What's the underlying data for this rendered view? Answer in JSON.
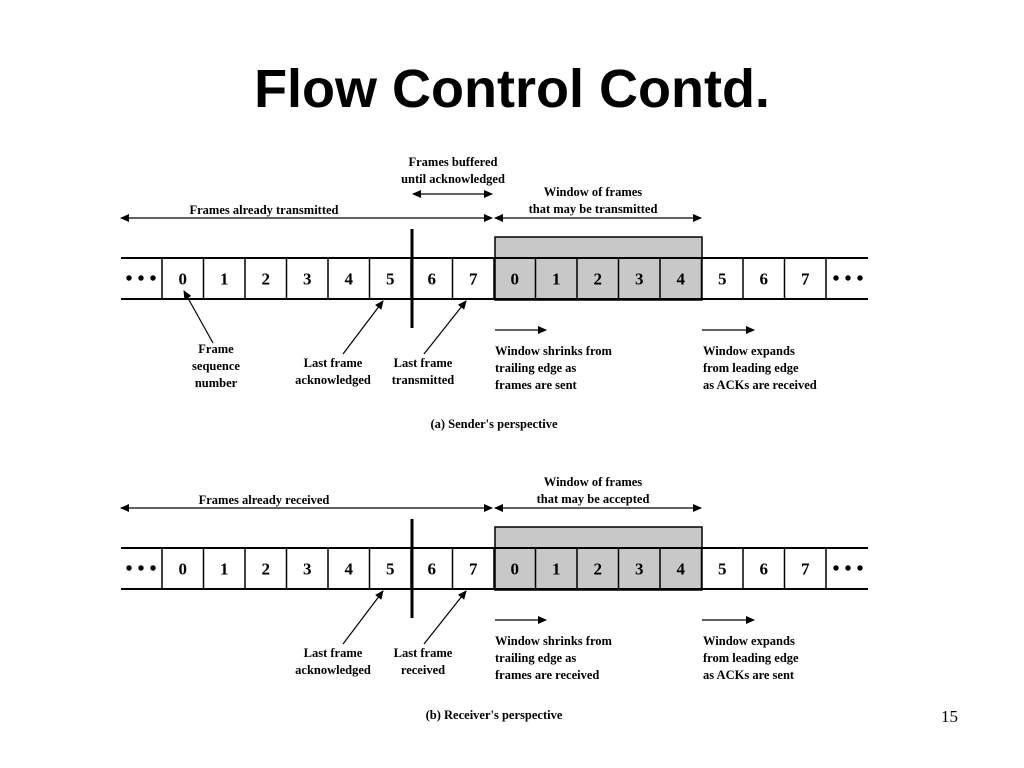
{
  "slide": {
    "title": "Flow Control Contd.",
    "page_number": "15"
  },
  "ellipsis": "• • •",
  "sender": {
    "caption": "(a) Sender's perspective",
    "sequence": [
      "0",
      "1",
      "2",
      "3",
      "4",
      "5",
      "6",
      "7",
      "0",
      "1",
      "2",
      "3",
      "4",
      "5",
      "6",
      "7"
    ],
    "window_of_frames": [
      "Window of frames",
      "that may be transmitted"
    ],
    "frames_buffered": [
      "Frames buffered",
      "until acknowledged"
    ],
    "frames_already": "Frames already transmitted",
    "frame_sequence_number": [
      "Frame",
      "sequence",
      "number"
    ],
    "last_ack": [
      "Last frame",
      "acknowledged"
    ],
    "last_frame": [
      "Last frame",
      "transmitted"
    ],
    "shrinks": [
      "Window shrinks from",
      "trailing edge as",
      "frames are sent"
    ],
    "expands": [
      "Window expands",
      "from leading edge",
      "as ACKs are received"
    ]
  },
  "receiver": {
    "caption": "(b) Receiver's perspective",
    "sequence": [
      "0",
      "1",
      "2",
      "3",
      "4",
      "5",
      "6",
      "7",
      "0",
      "1",
      "2",
      "3",
      "4",
      "5",
      "6",
      "7"
    ],
    "window_of_frames": [
      "Window of frames",
      "that may be accepted"
    ],
    "frames_already": "Frames already received",
    "last_ack": [
      "Last frame",
      "acknowledged"
    ],
    "last_frame": [
      "Last frame",
      "received"
    ],
    "shrinks": [
      "Window shrinks from",
      "trailing edge as",
      "frames are received"
    ],
    "expands": [
      "Window expands",
      "from leading edge",
      "as ACKs are sent"
    ]
  }
}
